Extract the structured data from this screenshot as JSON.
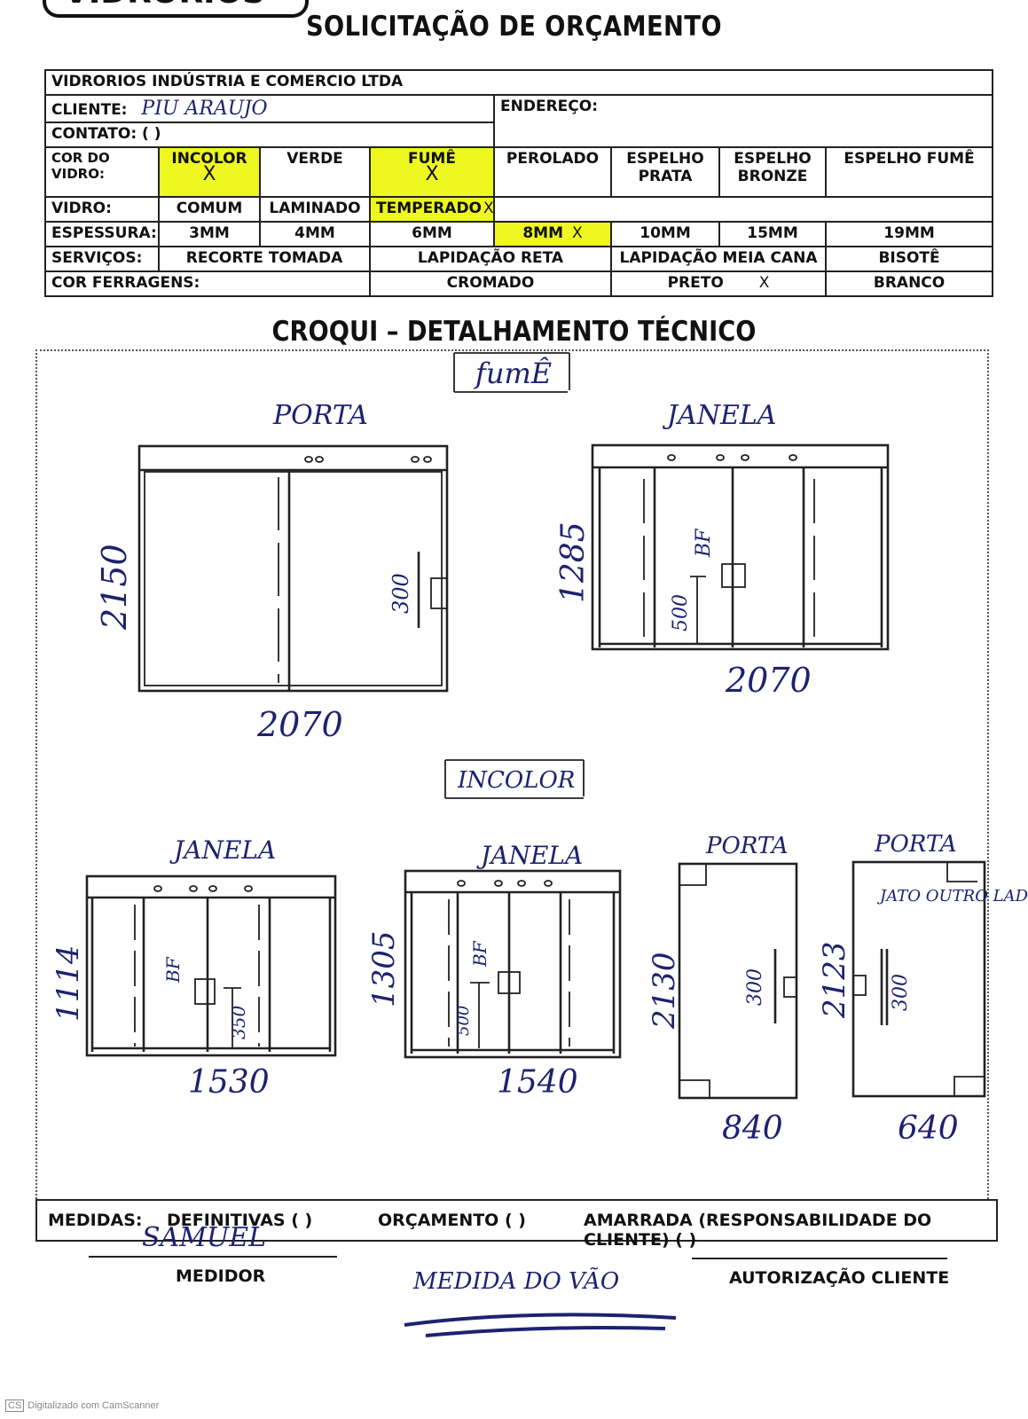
{
  "header": {
    "logo_text": "VIDRORIOS",
    "title": "SOLICITAÇÃO DE ORÇAMENTO"
  },
  "form": {
    "company": "VIDRORIOS INDÚSTRIA E COMERCIO LTDA",
    "cliente_label": "CLIENTE:",
    "cliente_value": "PIU ARAUJO",
    "endereco_label": "ENDEREÇO:",
    "contato_label": "CONTATO: (    )",
    "cor_vidro_label": "COR DO VIDRO:",
    "cor_options": [
      "INCOLOR",
      "VERDE",
      "FUMÊ",
      "PEROLADO",
      "ESPELHO PRATA",
      "ESPELHO BRONZE",
      "ESPELHO FUMÊ"
    ],
    "vidro_label": "VIDRO:",
    "vidro_options": [
      "COMUM",
      "LAMINADO",
      "TEMPERADO"
    ],
    "espessura_label": "ESPESSURA:",
    "espessura_options": [
      "3MM",
      "4MM",
      "6MM",
      "8MM",
      "10MM",
      "15MM",
      "19MM"
    ],
    "servicos_label": "SERVIÇOS:",
    "servicos_options": [
      "RECORTE TOMADA",
      "LAPIDAÇÃO RETA",
      "LAPIDAÇÃO MEIA CANA",
      "BISOTÊ"
    ],
    "ferragens_label": "COR FERRAGENS:",
    "ferragens_options": [
      "CROMADO",
      "PRETO",
      "BRANCO"
    ],
    "mark": "X"
  },
  "croqui": {
    "title": "CROQUI – DETALHAMENTO TÉCNICO",
    "group1_label": "fumÊ",
    "group2_label": "INCOLOR",
    "items": [
      {
        "label": "PORTA",
        "height": "2150",
        "width": "2070",
        "handle": "300"
      },
      {
        "label": "JANELA",
        "height": "1285",
        "width": "2070",
        "note": "BF",
        "dim": "500"
      },
      {
        "label": "JANELA",
        "height": "1114",
        "width": "1530",
        "note": "BF",
        "dim": "350"
      },
      {
        "label": "JANELA",
        "height": "1305",
        "width": "1540",
        "note": "BF",
        "dim": "500"
      },
      {
        "label": "PORTA",
        "height": "2130",
        "width": "840",
        "handle": "300"
      },
      {
        "label": "PORTA",
        "height": "2123",
        "width": "640",
        "handle": "300",
        "note": "JATO OUTRO LADO"
      }
    ]
  },
  "medidas": {
    "label": "MEDIDAS:",
    "definitivas": "DEFINITIVAS (   )",
    "orcamento": "ORÇAMENTO (   )",
    "amarrada": "AMARRADA (RESPONSABILIDADE DO CLIENTE) (   )"
  },
  "signatures": {
    "medidor_name": "SAMUEL",
    "medidor_label": "MEDIDOR",
    "note": "MEDIDA DO VÃO",
    "autorizacao_label": "AUTORIZAÇÃO CLIENTE"
  },
  "footer": {
    "badge": "CS",
    "text": "Digitalizado com CamScanner"
  }
}
